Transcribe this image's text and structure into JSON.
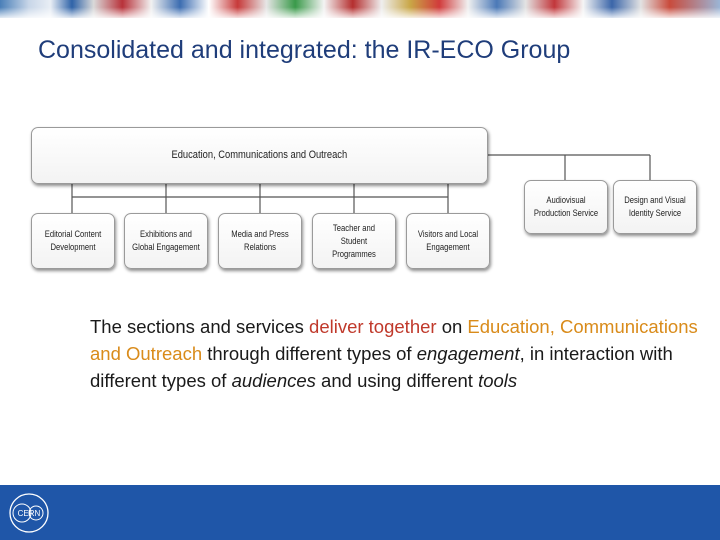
{
  "slide": {
    "title": "Consolidated and integrated: the IR-ECO Group"
  },
  "org": {
    "root": "Education, Communications and Outreach",
    "sections": [
      "Editorial Content Development",
      "Exhibitions and Global Engagement",
      "Media and Press Relations",
      "Teacher and Student Programmes",
      "Visitors and Local Engagement"
    ],
    "services": [
      "Audiovisual Production Service",
      "Design and Visual Identity Service"
    ]
  },
  "body": {
    "p1": "The sections and services ",
    "p2": "deliver together",
    "p3": " on ",
    "p4": "Education, Communications and Outreach",
    "p5": " through different types of ",
    "p6": "engagement",
    "p7": ", in interaction with different types of ",
    "p8": "audiences",
    "p9": " and using different ",
    "p10": "tools"
  },
  "footer": {
    "logo_text": "CERN"
  },
  "colors": {
    "title": "#1f3d7a",
    "footer": "#1f56a8",
    "highlight_red": "#c0392b",
    "highlight_orange": "#d98b1a"
  }
}
